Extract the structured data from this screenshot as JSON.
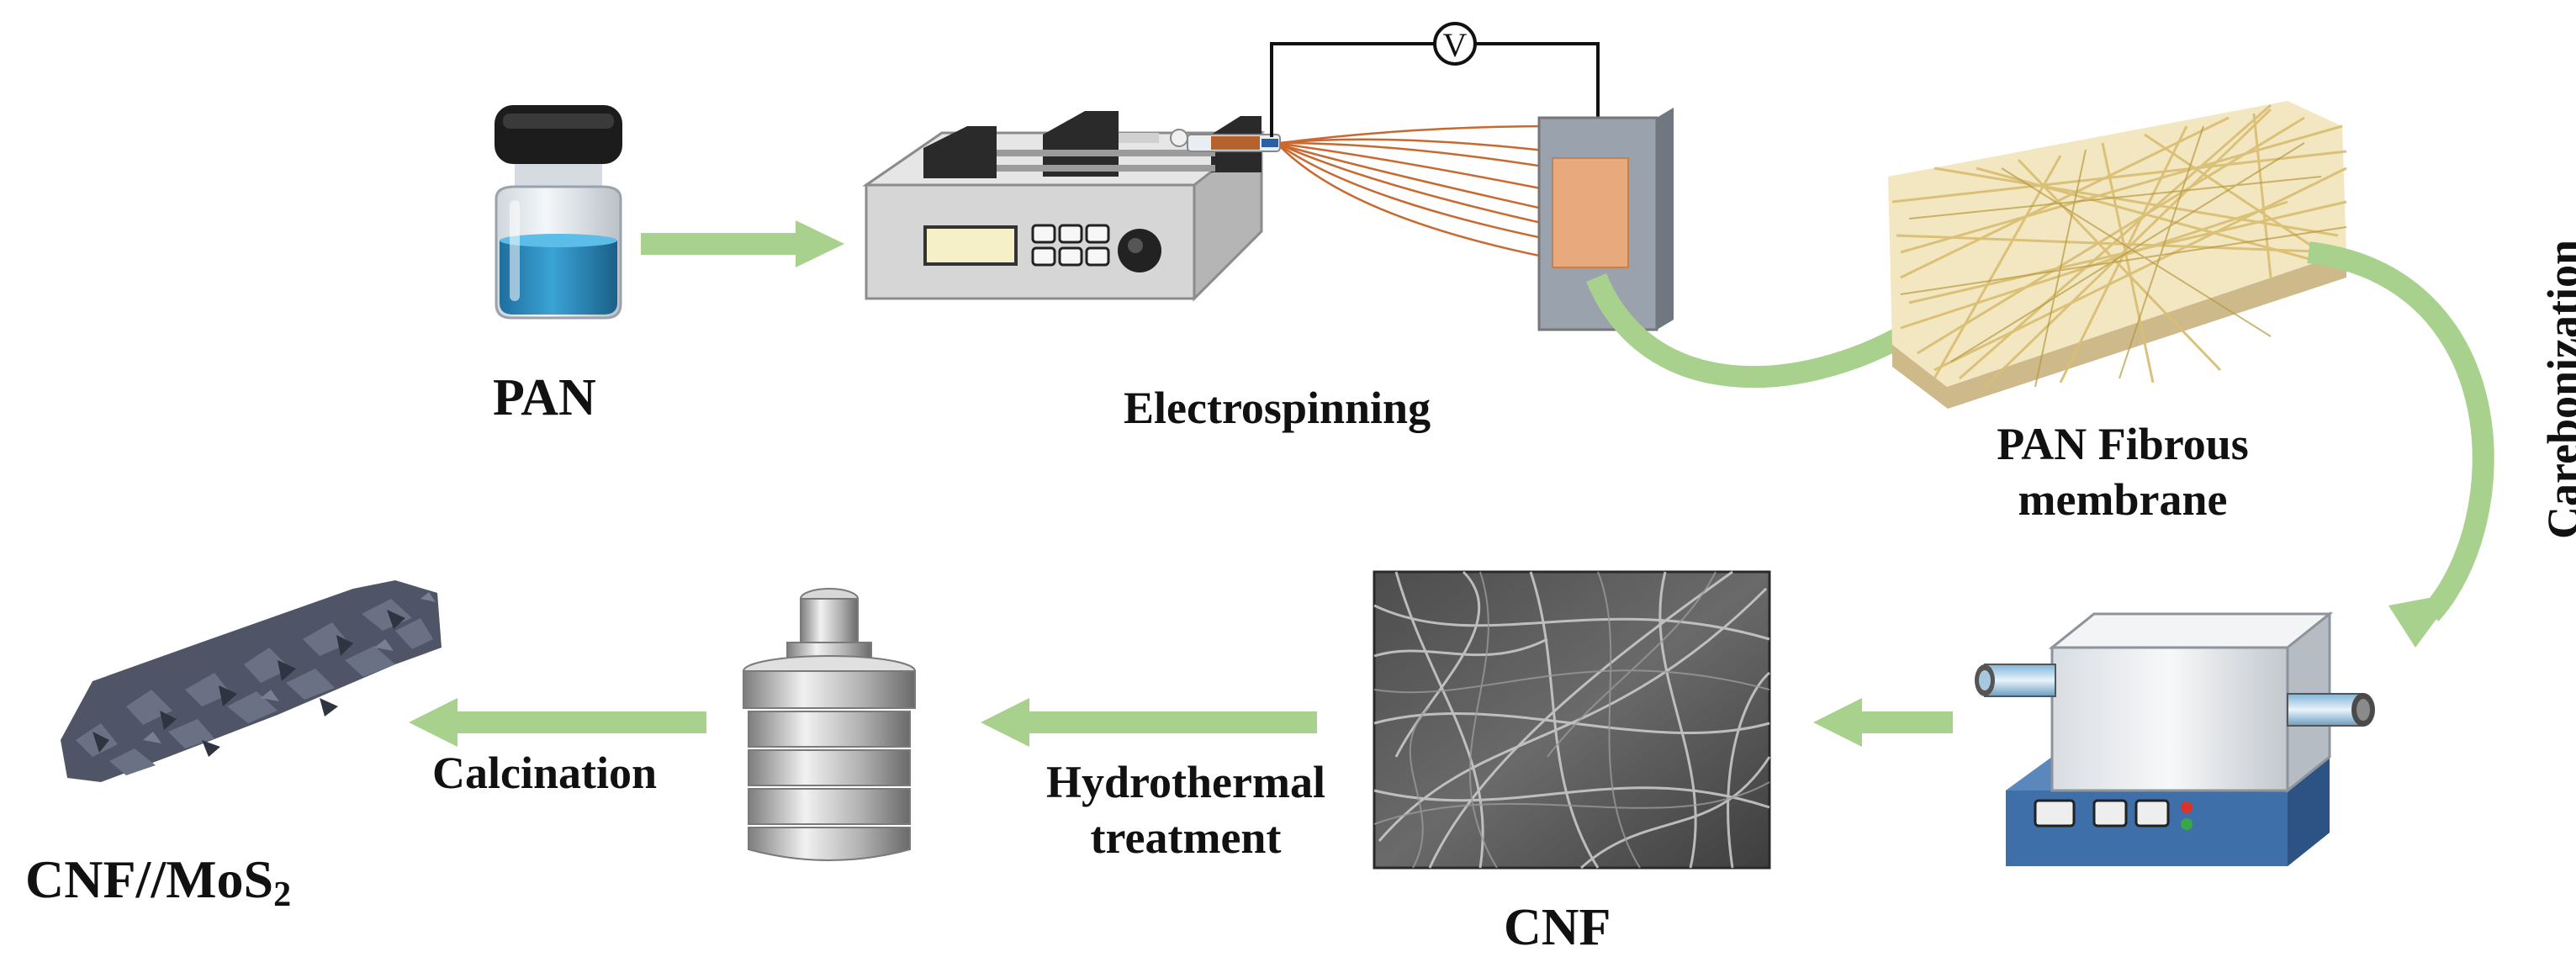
{
  "labels": {
    "pan": "PAN",
    "electrospinning": "Electrospinning",
    "pan_fibrous_line1": "PAN Fibrous",
    "pan_fibrous_line2": "membrane",
    "carbonization": "Carebonization",
    "calcination": "Calcination",
    "hydrothermal_line1": "Hydrothermal",
    "hydrothermal_line2": "treatment",
    "cnf": "CNF",
    "cnf_mos2_main": "CNF//MoS",
    "cnf_mos2_sub": "2",
    "voltmeter_symbol": "V"
  },
  "colors": {
    "arrow_green": "#a9d18e",
    "solution_blue": "#2e8bc0",
    "collector_orange": "#e8a97c",
    "fiber_yellow": "#e6d08a",
    "furnace_blue": "#3f6fa8"
  }
}
